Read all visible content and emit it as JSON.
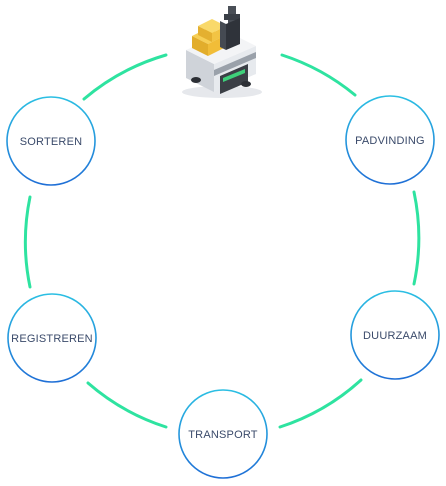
{
  "colors": {
    "ring": "#2ee3a0",
    "node_stroke_top": "#2bbfe3",
    "node_stroke_bottom": "#1f6fd6"
  },
  "robot": {
    "icon": "autonomous-mobile-robot-with-boxes-icon"
  },
  "nodes": [
    {
      "id": "padvinding",
      "label": "PADVINDING"
    },
    {
      "id": "duurzaam",
      "label": "DUURZAAM"
    },
    {
      "id": "transport",
      "label": "TRANSPORT"
    },
    {
      "id": "registreren",
      "label": "REGISTREREN"
    },
    {
      "id": "sorteren",
      "label": "SORTEREN"
    }
  ]
}
